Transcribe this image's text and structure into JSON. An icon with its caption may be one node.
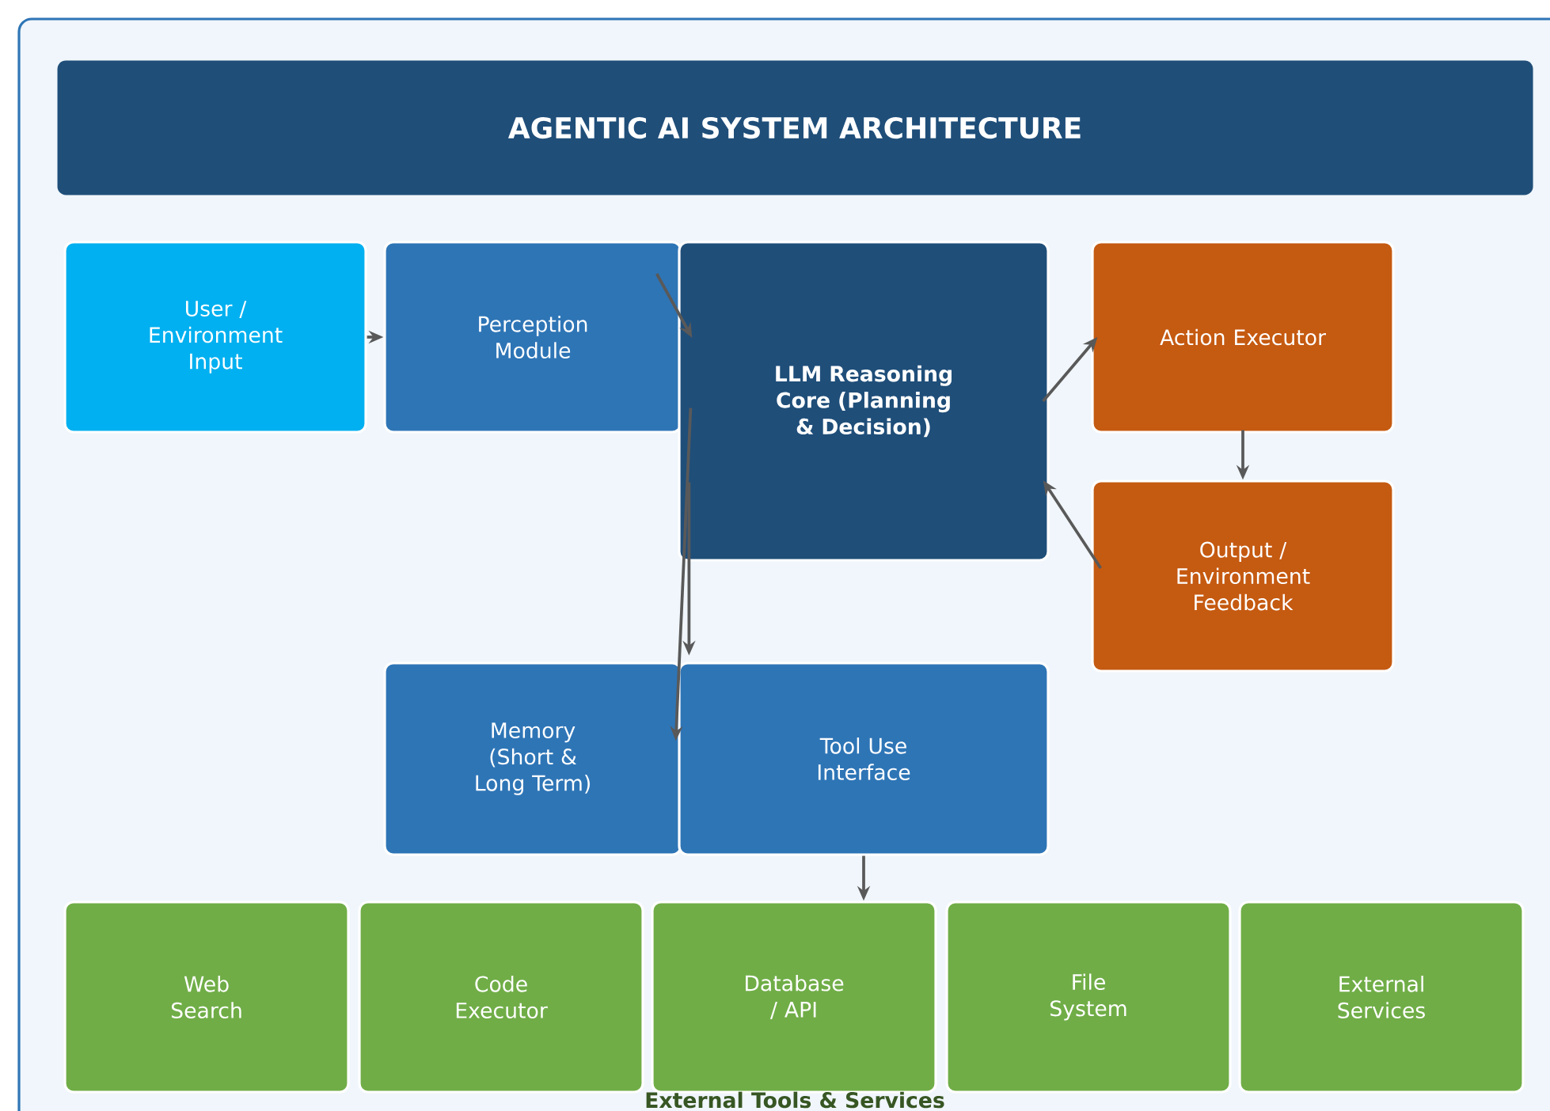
{
  "diagram": {
    "title": "AGENTIC AI SYSTEM ARCHITECTURE",
    "nodes": [
      {
        "text": [
          "User / Environment Input"
        ]
      },
      {
        "text": [
          "Perception Module"
        ]
      },
      {
        "text": [
          "LLM Reasoning Core (Planning & Decision)"
        ]
      },
      {
        "text": [
          "Action Executor"
        ]
      },
      {
        "text": [
          "Output / Environment Feedback"
        ]
      },
      {
        "text": [
          "Memory (Short & Long Term)"
        ]
      },
      {
        "text": [
          "Tool Use Interface"
        ]
      },
      {
        "text": [
          "Web Search"
        ]
      },
      {
        "text": [
          "Code Executor"
        ]
      },
      {
        "text": [
          "Database / API"
        ]
      },
      {
        "text": [
          "File System"
        ]
      },
      {
        "text": [
          "External Services"
        ]
      }
    ],
    "edges": [
      {
        "from": 0,
        "to": 1,
        "arrow": "to"
      },
      {
        "from": 1,
        "to": 2,
        "arrow": "to"
      },
      {
        "from": 2,
        "to": 3,
        "arrow": "to"
      },
      {
        "from": 3,
        "to": 4,
        "arrow": "to"
      },
      {
        "from": 4,
        "to": 2,
        "arrow": "to"
      },
      {
        "from": 2,
        "to": 5,
        "arrow": "to"
      },
      {
        "from": 2,
        "to": 6,
        "arrow": "to"
      },
      {
        "from": 6,
        "to": 9,
        "arrow": "to"
      }
    ],
    "labels": [
      "External Tools & Services"
    ]
  }
}
